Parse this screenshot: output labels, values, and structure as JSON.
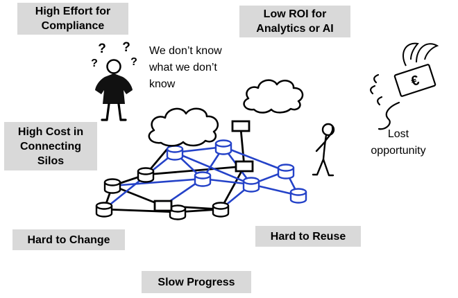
{
  "title": "Data silo problems sketch",
  "colors": {
    "label_background": "#D9D9D9",
    "ink": "#000000",
    "network_blue": "#2442C8"
  },
  "labels": {
    "high_effort": "High Effort for\nCompliance",
    "low_roi": "Low ROI for\nAnalytics or AI",
    "high_cost": "High Cost in\nConnecting\nSilos",
    "hard_to_change": "Hard to Change",
    "hard_to_reuse": "Hard to Reuse",
    "slow_progress": "Slow Progress"
  },
  "annotations": {
    "dont_know": "We don’t know\nwhat we don’t\nknow",
    "lost_opportunity": "Lost\nopportunity"
  },
  "drawing": {
    "question_marks": [
      "?",
      "?",
      "?",
      "?"
    ],
    "euro_sign": "€"
  }
}
